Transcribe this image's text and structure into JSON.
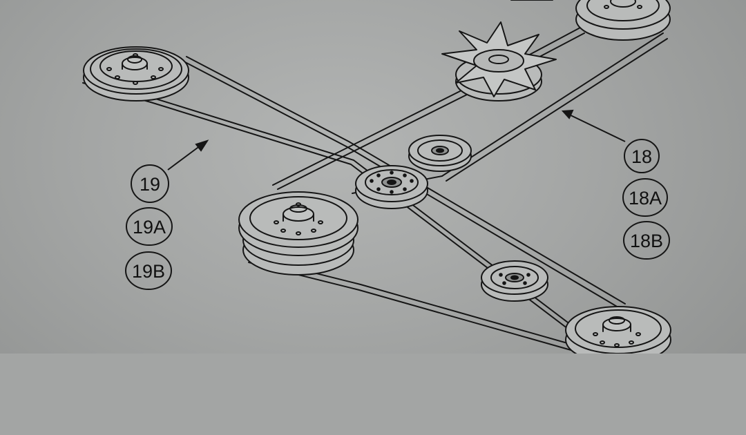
{
  "callouts": {
    "belt_19": [
      "19",
      "19A",
      "19B"
    ],
    "belt_18": [
      "18",
      "18A",
      "18B"
    ]
  },
  "colors": {
    "paper": "#a8aaa9",
    "ink": "#151515",
    "part_fill": "#b9bbba"
  }
}
